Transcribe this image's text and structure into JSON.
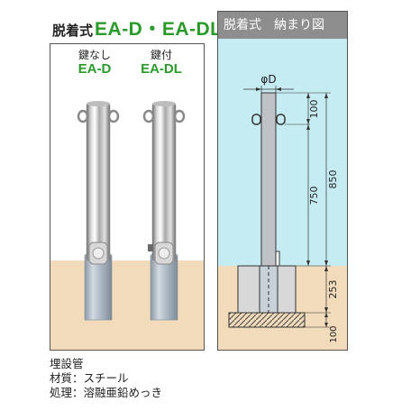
{
  "title": {
    "prefix": "脱着式",
    "models": "EA-D・EA-DL"
  },
  "posts": [
    {
      "sub": "鍵なし",
      "model": "EA-D"
    },
    {
      "sub": "鍵付",
      "model": "EA-DL"
    }
  ],
  "notes": {
    "line1": "埋設管",
    "line2": "材質：スチール",
    "line3": "処理：溶融亜鉛めっき"
  },
  "diagram": {
    "header": "脱着式　納まり図",
    "diameter": "φD",
    "dim_100_top": "100",
    "dim_750": "750",
    "dim_850": "850",
    "dim_253": "253",
    "dim_100_bottom": "100"
  },
  "colors": {
    "model_green": "#2a9a2a",
    "ground": "#f1dbbb",
    "diagram_bg": "#c6ecf3",
    "header_gray": "#8e8e8e"
  }
}
